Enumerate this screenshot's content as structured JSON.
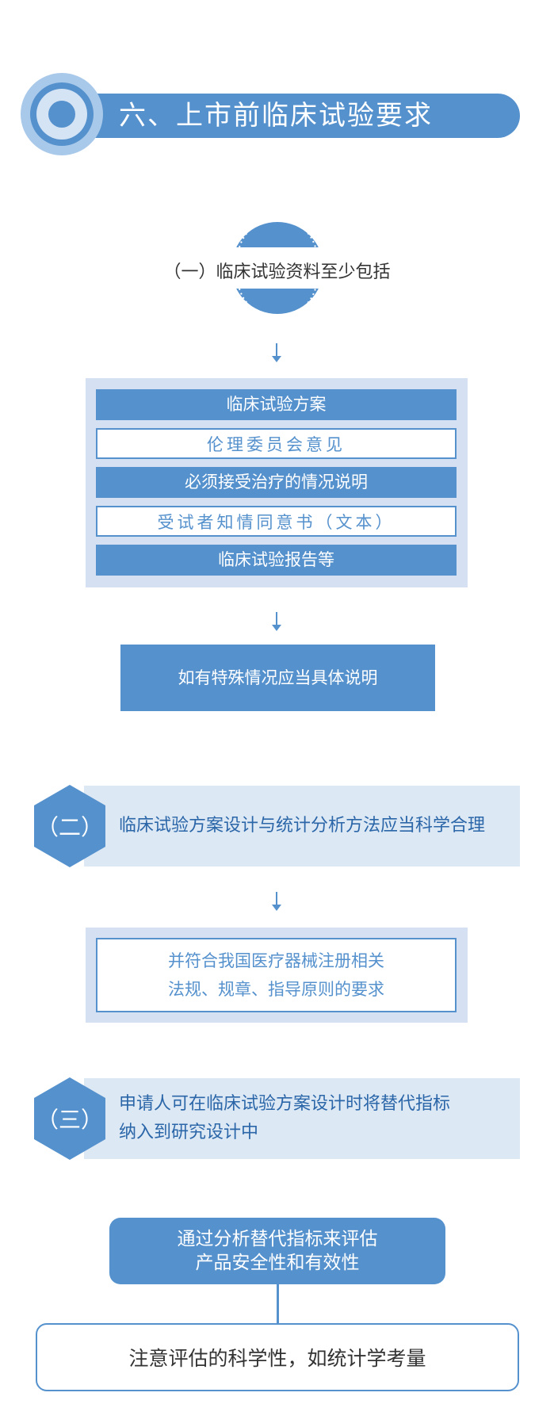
{
  "header": {
    "title": "六、上市前临床试验要求",
    "icon": "target-circle-icon"
  },
  "section1": {
    "label": "（一）临床试验资料至少包括",
    "items": [
      {
        "text": "临床试验方案",
        "style": "filled"
      },
      {
        "text": "伦理委员会意见",
        "style": "outlined"
      },
      {
        "text": "必须接受治疗的情况说明",
        "style": "filled"
      },
      {
        "text": "受试者知情同意书（文本）",
        "style": "outlined"
      },
      {
        "text": "临床试验报告等",
        "style": "filled"
      }
    ],
    "special_note": "如有特殊情况应当具体说明"
  },
  "section2": {
    "badge": "（二）",
    "text": "临床试验方案设计与统计分析方法应当科学合理",
    "detail_line1": "并符合我国医疗器械注册相关",
    "detail_line2": "法规、规章、指导原则的要求"
  },
  "section3": {
    "badge": "（三）",
    "text_line1": "申请人可在临床试验方案设计时将替代指标",
    "text_line2": "纳入到研究设计中",
    "surrogate_line1": "通过分析替代指标来评估",
    "surrogate_line2": "产品安全性和有效性",
    "note": "注意评估的科学性，如统计学考量"
  },
  "colors": {
    "primary": "#5591cd",
    "light_panel": "#d5e0f2",
    "light_band": "#dde8f5",
    "text_dark": "#333333",
    "text_blue": "#2a66a8"
  }
}
